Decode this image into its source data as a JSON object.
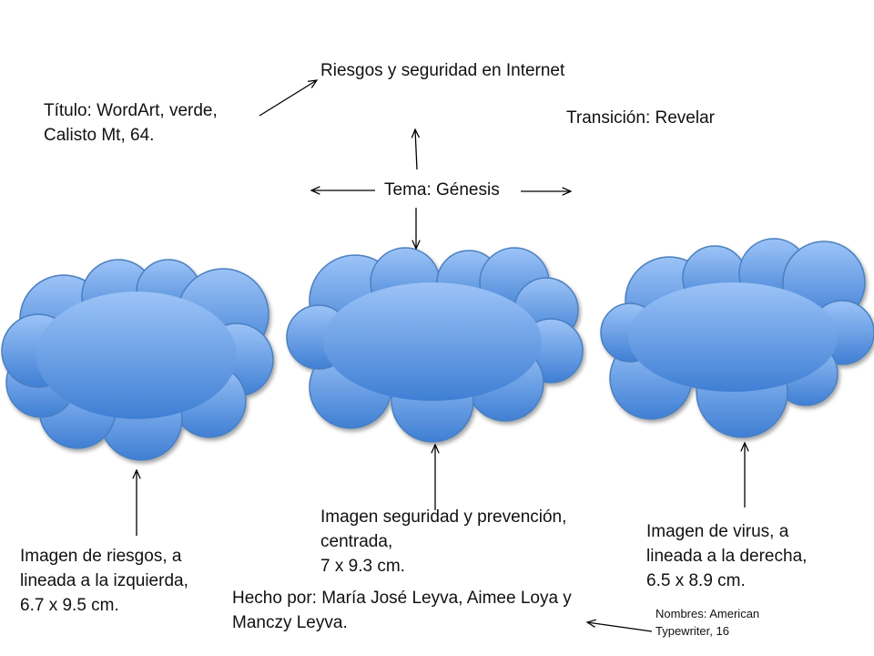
{
  "title_text": "Riesgos y seguridad en Internet",
  "title_note": [
    "Título: WordArt, verde,",
    "Calisto Mt, 64."
  ],
  "transition_note": "Transición: Revelar",
  "theme_note": "Tema: Génesis",
  "left_note": [
    "Imagen de riesgos, a",
    "lineada a la izquierda,",
    "6.7 x 9.5 cm."
  ],
  "center_note": [
    "Imagen seguridad y prevención,",
    "centrada,",
    "7 x 9.3 cm."
  ],
  "right_note": [
    "Imagen de virus, a",
    "lineada a la derecha,",
    "6.5 x 8.9 cm."
  ],
  "authors_note": [
    "Hecho por: María José Leyva, Aimee Loya y",
    "Manczy Leyva."
  ],
  "font_note": [
    "Nombres: American",
    "Typewriter, 16"
  ],
  "colors": {
    "cloud_light": "#9cc3f7",
    "cloud_dark": "#3f7fd4",
    "cloud_stroke": "#4a7fc0",
    "arrow": "#000000"
  }
}
